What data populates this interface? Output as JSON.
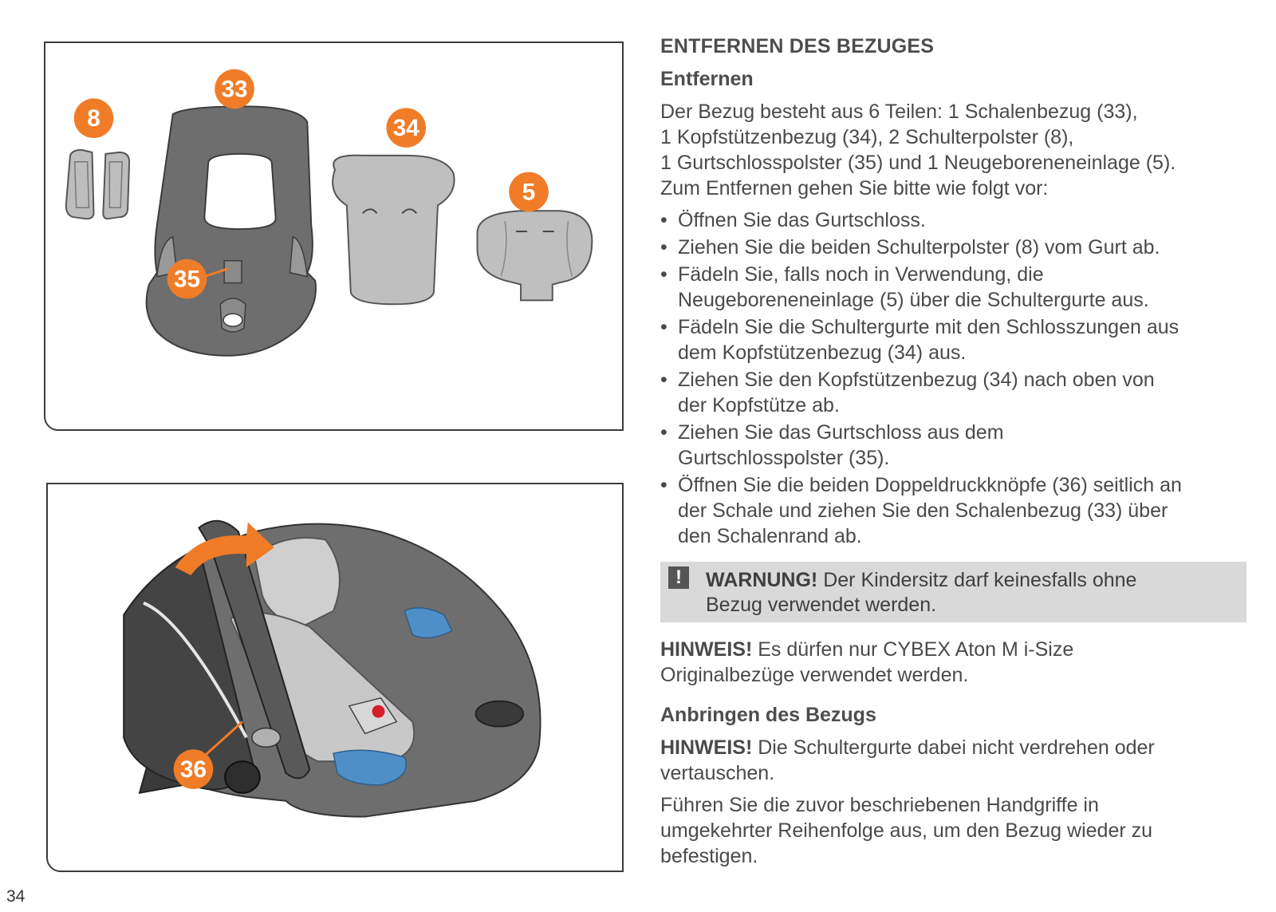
{
  "figure1": {
    "callouts": [
      "8",
      "33",
      "34",
      "5",
      "35"
    ],
    "callout_color": "#f07c28"
  },
  "figure2": {
    "callouts": [
      "36"
    ],
    "accent_blue": "#4e8fc8"
  },
  "text": {
    "section_title": "ENTFERNEN DES BEZUGES",
    "sub_title_remove": "Entfernen",
    "intro_lines": [
      "Der Bezug besteht aus 6 Teilen: 1 Schalenbezug (33),",
      "1 Kopfstützenbezug (34), 2 Schulterpolster (8),",
      "1 Gurtschlosspolster (35) und 1 Neugeboreneneinlage (5).",
      "Zum Entfernen gehen Sie bitte wie folgt vor:"
    ],
    "steps": [
      [
        "Öffnen Sie das Gurtschloss."
      ],
      [
        "Ziehen Sie die beiden Schulterpolster (8) vom Gurt ab."
      ],
      [
        "Fädeln Sie, falls noch in Verwendung, die",
        "Neugeboreneneinlage (5) über die Schultergurte aus."
      ],
      [
        "Fädeln Sie die Schultergurte mit den Schlosszungen aus",
        "dem Kopfstützenbezug (34) aus."
      ],
      [
        "Ziehen Sie den Kopfstützenbezug (34) nach oben von",
        "der Kopfstütze ab."
      ],
      [
        "Ziehen Sie das Gurtschloss aus dem",
        "Gurtschlosspolster (35)."
      ],
      [
        "Öffnen Sie die beiden Doppeldruckknöpfe (36) seitlich an",
        "der Schale und ziehen Sie den Schalenbezug (33) über",
        "den Schalenrand ab."
      ]
    ],
    "warning": {
      "icon": "!",
      "label": "WARNUNG!",
      "line1": " Der Kindersitz darf keinesfalls ohne",
      "line2": "Bezug verwendet werden."
    },
    "note1": {
      "label": "HINWEIS!",
      "line1": " Es dürfen nur CYBEX Aton M i-Size",
      "line2": "Originalbezüge verwendet werden."
    },
    "sub_title_attach": "Anbringen des Bezugs",
    "note2": {
      "label": "HINWEIS!",
      "line1": " Die Schultergurte dabei nicht verdrehen oder",
      "line2": "vertauschen."
    },
    "closing_lines": [
      "Führen Sie die zuvor beschriebenen Handgriffe in",
      "umgekehrter Reihenfolge aus, um den Bezug wieder zu",
      "befestigen."
    ]
  },
  "page_number": "34"
}
